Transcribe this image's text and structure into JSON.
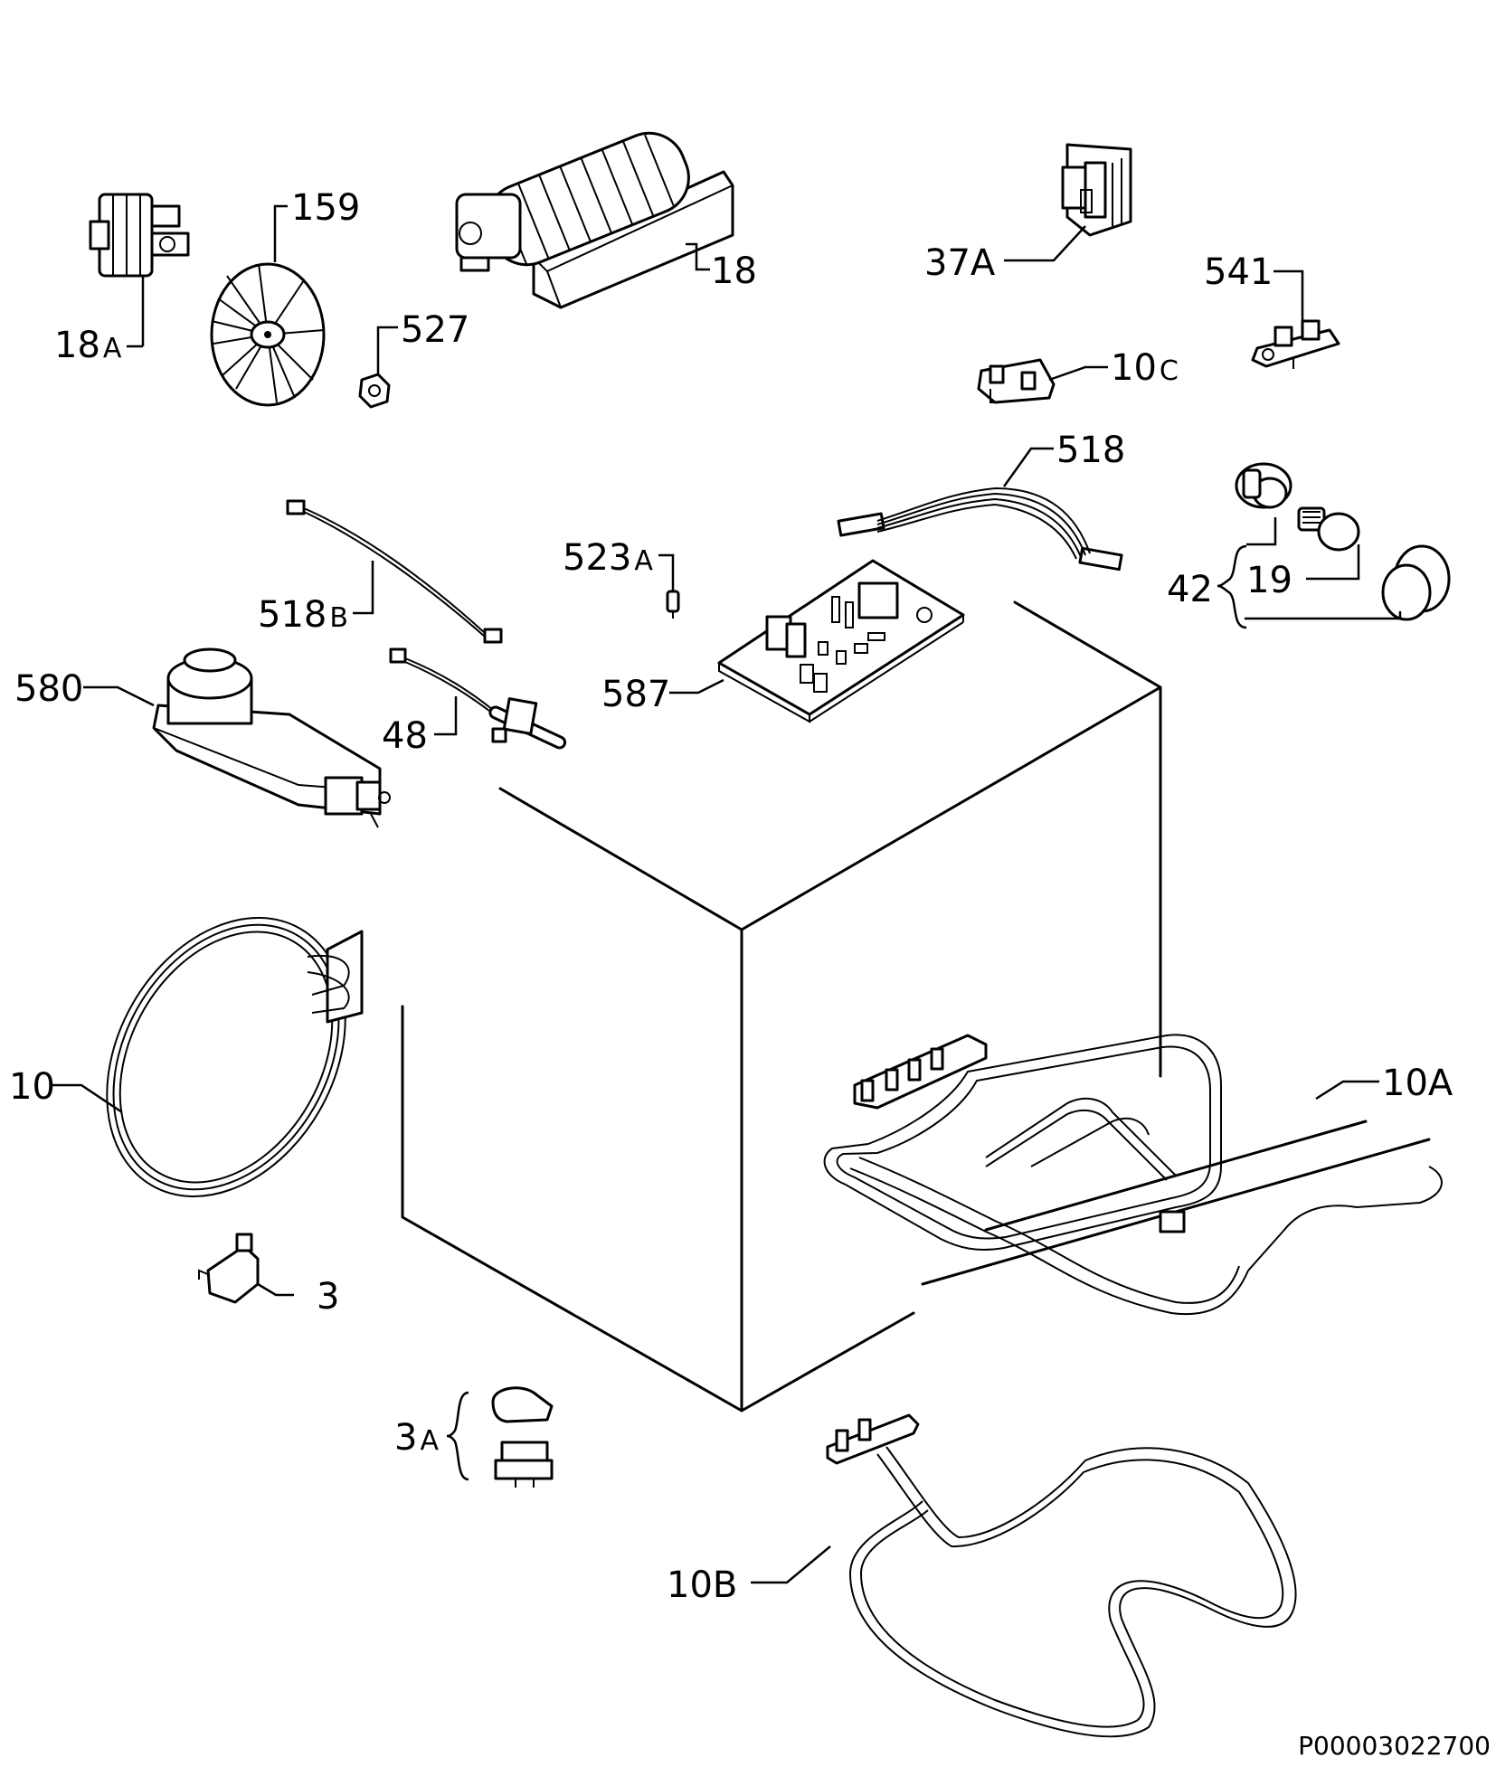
{
  "labels": {
    "p18a": {
      "num": "18",
      "suffix": "A"
    },
    "p159": "159",
    "p527": "527",
    "p18": "18",
    "p37a": "37A",
    "p541": "541",
    "p10c": {
      "num": "10",
      "suffix": "C"
    },
    "p518": "518",
    "p523a": {
      "num": "523",
      "suffix": "A"
    },
    "p518b": {
      "num": "518",
      "suffix": "B"
    },
    "p42": "42",
    "p19": "19",
    "p580": "580",
    "p48": "48",
    "p587": "587",
    "p10": "10",
    "p10a": "10A",
    "p3": "3",
    "p3a": {
      "num": "3",
      "suffix": "A"
    },
    "p10b": "10B"
  },
  "reference_code": "P00003022700"
}
